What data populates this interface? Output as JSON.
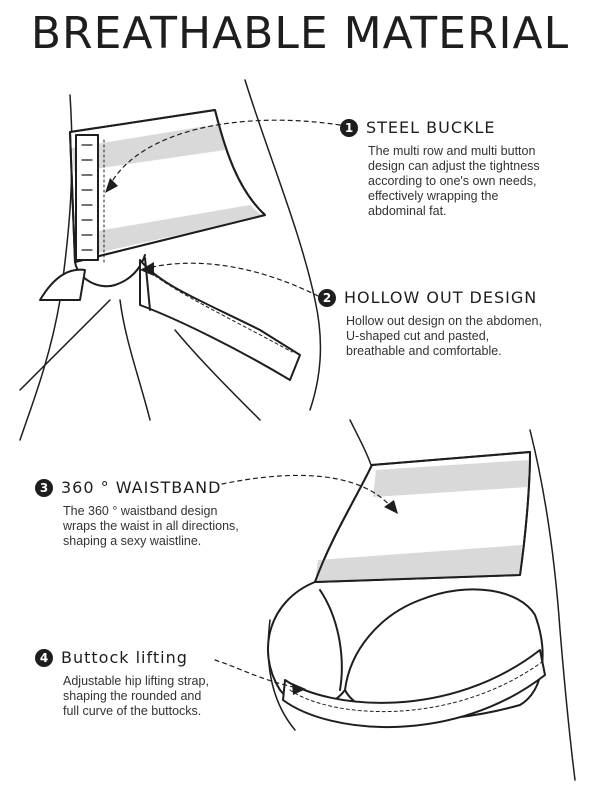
{
  "title": "BREATHABLE MATERIAL",
  "features": [
    {
      "num": "1",
      "title": "STEEL BUCKLE",
      "desc": "The multi row and multi button\ndesign can adjust the tightness\naccording to one's own needs,\neffectively wrapping the\nabdominal fat."
    },
    {
      "num": "2",
      "title": "HOLLOW OUT DESIGN",
      "desc": "Hollow out design on the abdomen,\nU-shaped cut and pasted,\nbreathable and comfortable."
    },
    {
      "num": "3",
      "title": "360 ° WAISTBAND",
      "desc": "The 360 ° waistband design\nwraps the waist in all directions,\nshaping a sexy waistline."
    },
    {
      "num": "4",
      "title": "Buttock lifting",
      "desc": "Adjustable hip lifting strap,\nshaping the rounded and\nfull curve of the buttocks."
    }
  ],
  "colors": {
    "band": "#d9d9d9",
    "line": "#1e1e1e"
  }
}
